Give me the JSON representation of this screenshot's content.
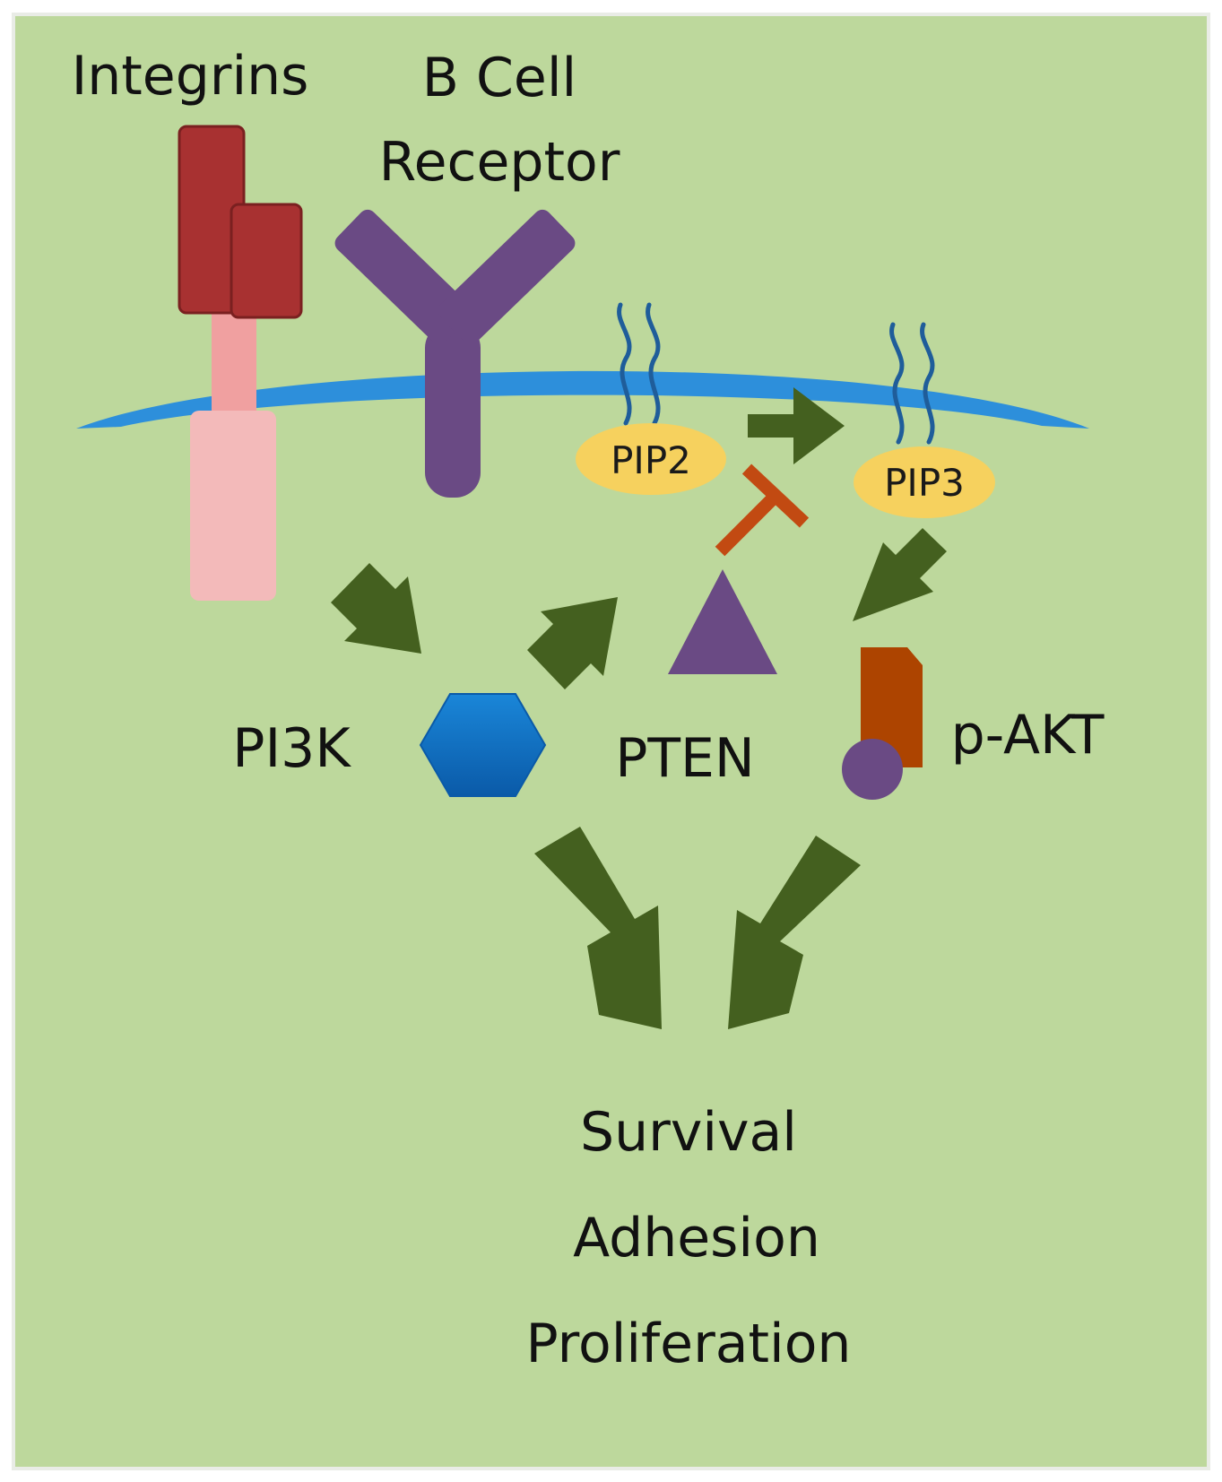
{
  "colors": {
    "panel_background": "#bdd89c",
    "panel_border": "#e9ece6",
    "membrane": "#2d8fdb",
    "arrow_green": "#44601f",
    "integrin_dark_red": "#a83131",
    "integrin_pink": "#f0a0a0",
    "integrin_light_pink": "#f3baba",
    "bcr_purple": "#6a4a84",
    "pip_yellow": "#f6d15e",
    "lipid_tail_blue": "#1f5d9a",
    "inhibition_orange": "#c24a12",
    "pi3k_blue": "#0c6cc4",
    "akt_orange_brown": "#ad4400",
    "phosphate_purple": "#6a4a84"
  },
  "labels": {
    "integrins": "Integrins",
    "bcr_line1": "B Cell",
    "bcr_line2": "Receptor",
    "pip2": "PIP2",
    "pip3": "PIP3",
    "pi3k": "PI3K",
    "pten": "PTEN",
    "pakt": "p-AKT",
    "outcome_1": "Survival",
    "outcome_2": "Adhesion",
    "outcome_3": "Proliferation"
  }
}
